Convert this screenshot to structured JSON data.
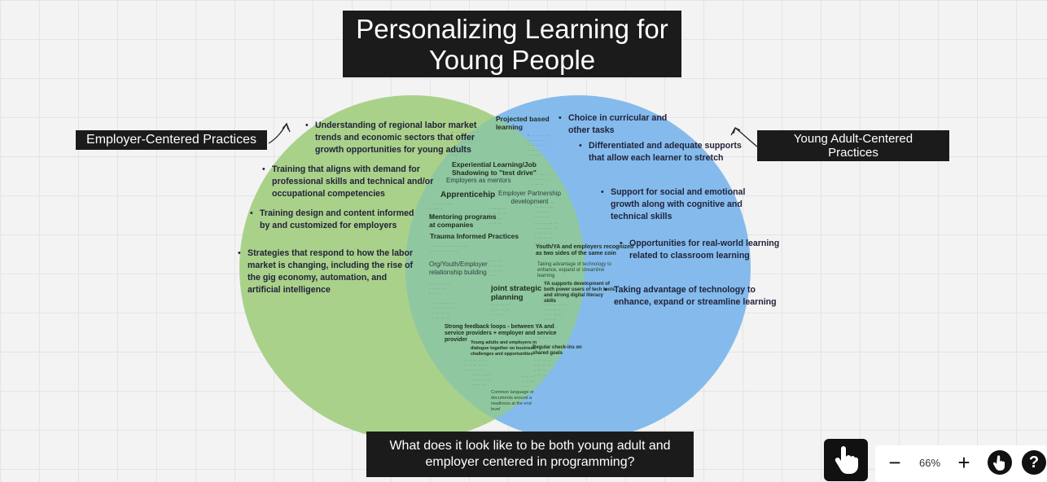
{
  "title": {
    "line1": "Personalizing Learning for",
    "line2": "Young People"
  },
  "labels": {
    "left": "Employer-Centered Practices",
    "right_line1": "Young Adult-Centered",
    "right_line2": "Practices"
  },
  "question": {
    "line1": "What does it look like to be both young adult and",
    "line2": "employer centered in programming?"
  },
  "colors": {
    "left_circle": "#a9d18a",
    "right_circle": "#84bbec",
    "overlap": "#8fc7a0",
    "label_bg": "#1b1b1b"
  },
  "left": [
    {
      "line1": "Understanding of regional labor market",
      "line2": "trends and economic sectors that offer",
      "line3": "growth opportunities for young adults"
    },
    {
      "line1": "Training that aligns with demand for",
      "line2": "professional skills and technical and/or",
      "line3": "occupational competencies"
    },
    {
      "line1": "Training design and content informed",
      "line2": "by and customized for employers"
    },
    {
      "line1": "Strategies that respond to how the labor",
      "line2": "market is changing, including the rise of",
      "line3": "the gig economy, automation, and",
      "line4": "artificial intelligence"
    }
  ],
  "right": [
    {
      "line1": "Choice in curricular and",
      "line2": "other tasks"
    },
    {
      "line1": "Differentiated and adequate supports",
      "line2": "that allow each learner to stretch"
    },
    {
      "line1": "Support for social and emotional",
      "line2": "growth along with cognitive and",
      "line3": "technical skills"
    },
    {
      "line1": "Opportunities for real-world learning",
      "line2": "related to classroom learning"
    },
    {
      "line1": "Taking advantage of technology to",
      "line2": "enhance, expand or streamline learning"
    }
  ],
  "middle": {
    "projected": "Projected based",
    "projected2": "learning",
    "experiential": "Experiential Learning/Job",
    "experiential2": "Shadowing to \"test drive\"",
    "mentors": "Employers as mentors",
    "apprenticeship": "Apprenticehip",
    "partnership": "Employer Partnership",
    "partnership2": "development",
    "mentoring": "Mentoring programs",
    "mentoring2": "at companies",
    "trauma": "Trauma Informed Practices",
    "youth_employers": "Youth/YA and employers recognized",
    "youth_employers2": "as two sides of the same coin",
    "org_youth": "Org/Youth/Employer",
    "org_youth2": "relationship building",
    "tech": "Taking advantage of technology to",
    "tech2": "enhance, expand or streamline",
    "tech3": "learning",
    "joint": "joint strategic",
    "joint2": "planning",
    "dev_power": "YA supports development of",
    "dev_power2": "both power users of tech tools",
    "dev_power3": "and strong digital literacy",
    "dev_power4": "skills",
    "feedback": "Strong feedback loops - between YA and",
    "feedback2": "service providers + employer and service",
    "feedback3": "provider",
    "young_adults": "Young adults and employers in",
    "young_adults2": "dialogue together on business",
    "young_adults3": "challenges and opportunities",
    "checkins": "Regular check-ins on",
    "checkins2": "shared goals",
    "common": "Common language or",
    "common2": "documents around a",
    "common3": "readiness at the end",
    "common4": "level"
  },
  "toolbar": {
    "zoom_level": "66%",
    "zoom_out": "−",
    "zoom_in": "+",
    "help": "?"
  }
}
